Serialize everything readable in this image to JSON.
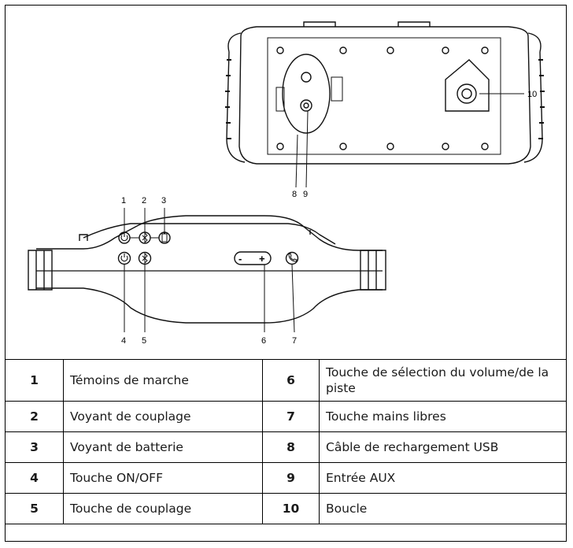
{
  "callouts": [
    "1",
    "2",
    "3",
    "4",
    "5",
    "6",
    "7",
    "8",
    "9",
    "10"
  ],
  "legend": [
    {
      "n1": "1",
      "l1": "Témoins de marche",
      "n2": "6",
      "l2": "Touche de sélection du volume/de la piste"
    },
    {
      "n1": "2",
      "l1": "Voyant de couplage",
      "n2": "7",
      "l2": "Touche mains libres"
    },
    {
      "n1": "3",
      "l1": "Voyant de batterie",
      "n2": "8",
      "l2": "Câble de rechargement USB"
    },
    {
      "n1": "4",
      "l1": "Touche ON/OFF",
      "n2": "9",
      "l2": "Entrée AUX"
    },
    {
      "n1": "5",
      "l1": "Touche de couplage",
      "n2": "10",
      "l2": "Boucle"
    }
  ],
  "icons": {
    "power": "power-icon",
    "bluetooth": "bluetooth-icon",
    "battery": "battery-icon",
    "volume": "volume-rocker-icon",
    "phone": "phone-icon",
    "minus": "-",
    "plus": "+"
  }
}
